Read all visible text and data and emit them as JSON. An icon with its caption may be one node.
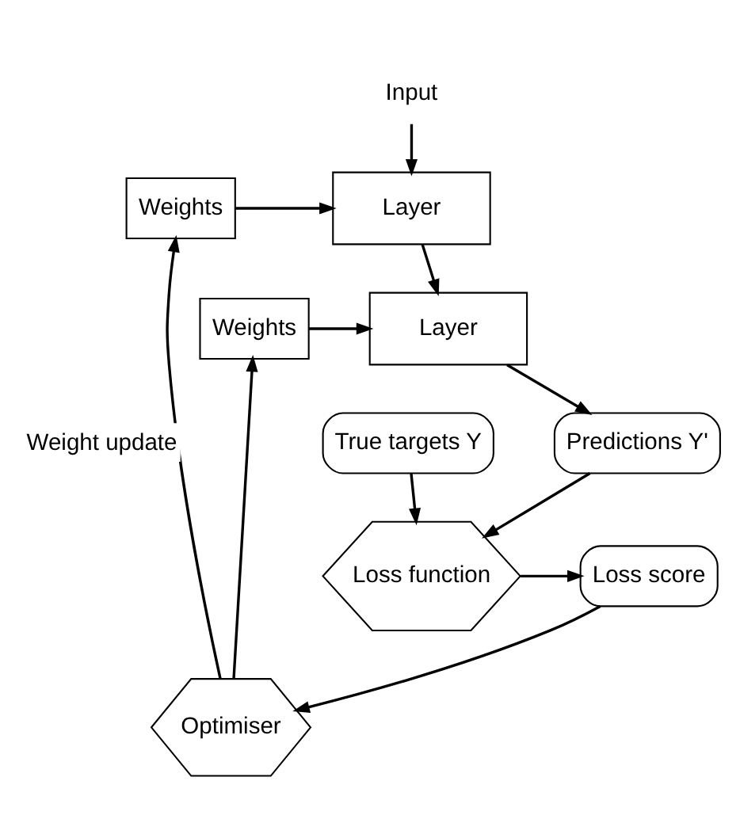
{
  "diagram": {
    "nodes": [
      {
        "text": [
          "Input"
        ]
      },
      {
        "text": [
          "Weights"
        ]
      },
      {
        "text": [
          "Layer"
        ]
      },
      {
        "text": [
          "Weights"
        ]
      },
      {
        "text": [
          "Layer"
        ]
      },
      {
        "text": [
          "Optimiser"
        ]
      },
      {
        "text": [
          "Predictions Y'"
        ]
      },
      {
        "text": [
          "Loss function"
        ]
      },
      {
        "text": [
          "Loss score"
        ]
      },
      {
        "text": [
          "True targets Y"
        ]
      }
    ],
    "edges": [
      {
        "from": 0,
        "to": 2,
        "arrow": "to"
      },
      {
        "from": 1,
        "to": 2,
        "arrow": "to"
      },
      {
        "from": 2,
        "to": 4,
        "arrow": "to"
      },
      {
        "from": 3,
        "to": 4,
        "arrow": "to"
      },
      {
        "from": 4,
        "to": 6,
        "arrow": "to"
      },
      {
        "from": 5,
        "to": 3,
        "arrow": "to"
      },
      {
        "from": 5,
        "to": 1,
        "arrow": "to",
        "label": "Weight update"
      },
      {
        "from": 6,
        "to": 7,
        "arrow": "to"
      },
      {
        "from": 9,
        "to": 7,
        "arrow": "to"
      },
      {
        "from": 7,
        "to": 8,
        "arrow": "to"
      },
      {
        "from": 8,
        "to": 5,
        "arrow": "to"
      }
    ]
  }
}
